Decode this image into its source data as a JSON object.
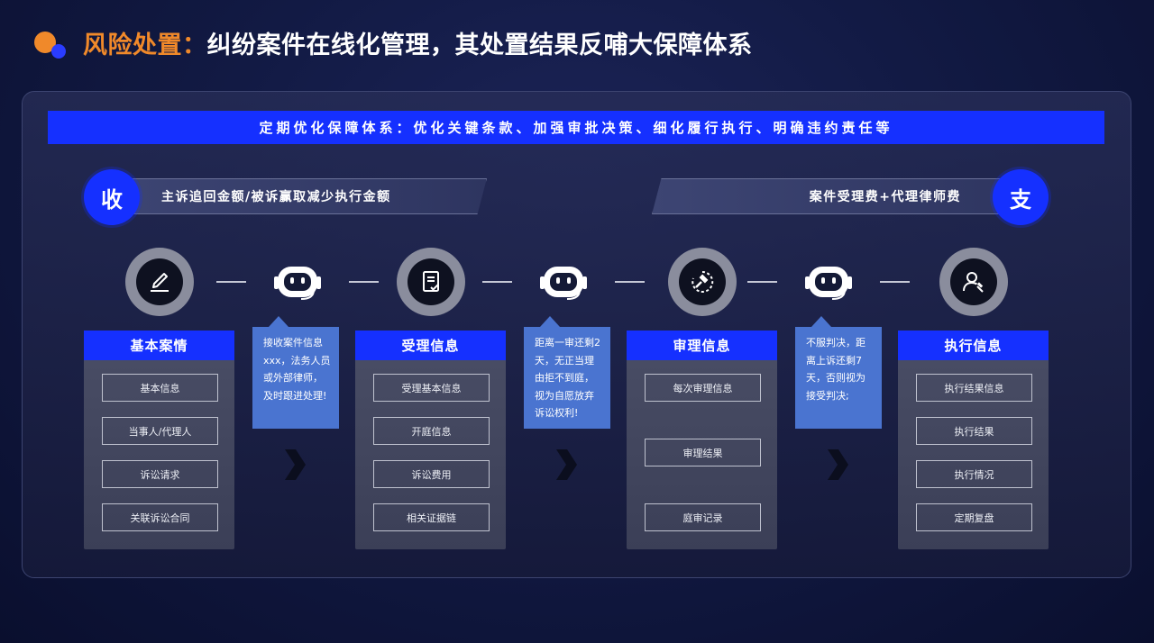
{
  "title": {
    "highlight": "风险处置：",
    "rest": "纠纷案件在线化管理，其处置结果反哺大保障体系"
  },
  "banner": "定期优化保障体系：优化关键条款、加强审批决策、细化履行执行、明确违约责任等",
  "income": {
    "badge": "收",
    "text": "主诉追回金额/被诉赢取减少执行金额"
  },
  "expense": {
    "badge": "支",
    "text": "案件受理费+代理律师费"
  },
  "icons": [
    "pen-icon",
    "robot-icon",
    "document-check-icon",
    "robot-icon",
    "gavel-icon",
    "robot-icon",
    "person-hammer-icon"
  ],
  "columns": [
    {
      "title": "基本案情",
      "items": [
        "基本信息",
        "当事人/代理人",
        "诉讼请求",
        "关联诉讼合同"
      ]
    },
    {
      "title": "受理信息",
      "items": [
        "受理基本信息",
        "开庭信息",
        "诉讼费用",
        "相关证据链"
      ]
    },
    {
      "title": "审理信息",
      "items": [
        "每次审理信息",
        "审理结果",
        "庭审记录"
      ]
    },
    {
      "title": "执行信息",
      "items": [
        "执行结果信息",
        "执行结果",
        "执行情况",
        "定期复盘"
      ]
    }
  ],
  "notes": [
    "接收案件信息xxx，法务人员或外部律师，及时跟进处理!",
    "距离一审还剩2天，无正当理由拒不到庭，视为自愿放弃诉讼权利!",
    "不服判决，距离上诉还剩7天，否则视为接受判决;"
  ],
  "colors": {
    "accent_orange": "#f0892a",
    "brand_blue": "#1530ff",
    "note_blue": "#4a74d0"
  }
}
